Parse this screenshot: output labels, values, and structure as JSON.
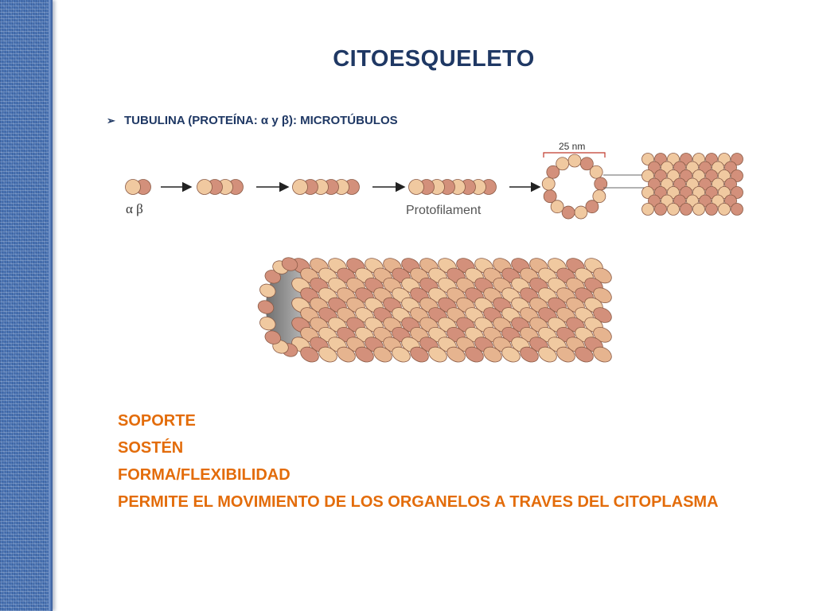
{
  "slide": {
    "title": "CITOESQUELETO",
    "bullet": "TUBULINA (PROTEÍNA: α y β): MICROTÚBULOS"
  },
  "diagram": {
    "dimer_label": "α β",
    "protofilament_label": "Protofilament",
    "width_label": "25 nm"
  },
  "points": [
    "SOPORTE",
    "SOSTÉN",
    "FORMA/FLEXIBILIDAD",
    "PERMITE EL MOVIMIENTO DE LOS ORGANELOS A TRAVES DEL CITOPLASMA"
  ],
  "colors": {
    "title": "#1f3864",
    "points": "#e36c0a",
    "alpha_tubulin": "#f0c9a0",
    "beta_tubulin": "#d3907b",
    "side_band": "#4a74b4"
  }
}
